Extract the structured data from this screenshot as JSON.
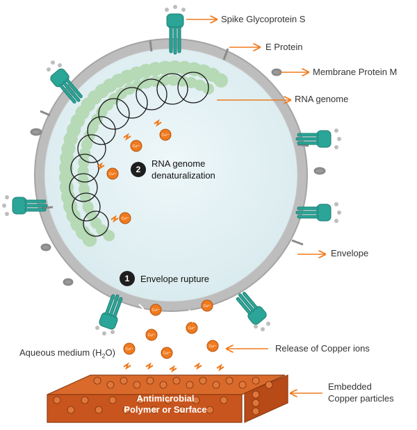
{
  "labels": {
    "spike": "Spike Glycoprotein S",
    "e_protein": "E Protein",
    "membrane_protein": "Membrane Protein M",
    "rna_genome": "RNA  genome",
    "envelope": "Envelope",
    "release": "Release of Copper ions",
    "aqueous": "Aqueous medium (H",
    "aqueous_sub": "2",
    "aqueous_end": "O)",
    "embedded_line1": "Embedded",
    "embedded_line2": "Copper particles"
  },
  "steps": [
    {
      "number": "1",
      "text": "Envelope rupture"
    },
    {
      "number": "2",
      "text_line1": "RNA genome",
      "text_line2": "denaturalization"
    }
  ],
  "surface": {
    "line1": "Antimicrobial",
    "line2": "Polymer or Surface"
  },
  "ion_label": "Cu²⁺",
  "colors": {
    "arrow": "#f07a1e",
    "copper": "#f07a1e",
    "envelope": "#b8b8b8",
    "interior": "#e4f1f4",
    "spike": "#2aa597",
    "rna_beads": "#d8f0d8",
    "surface_front": "#c9551e",
    "surface_top": "#d96a2b"
  }
}
